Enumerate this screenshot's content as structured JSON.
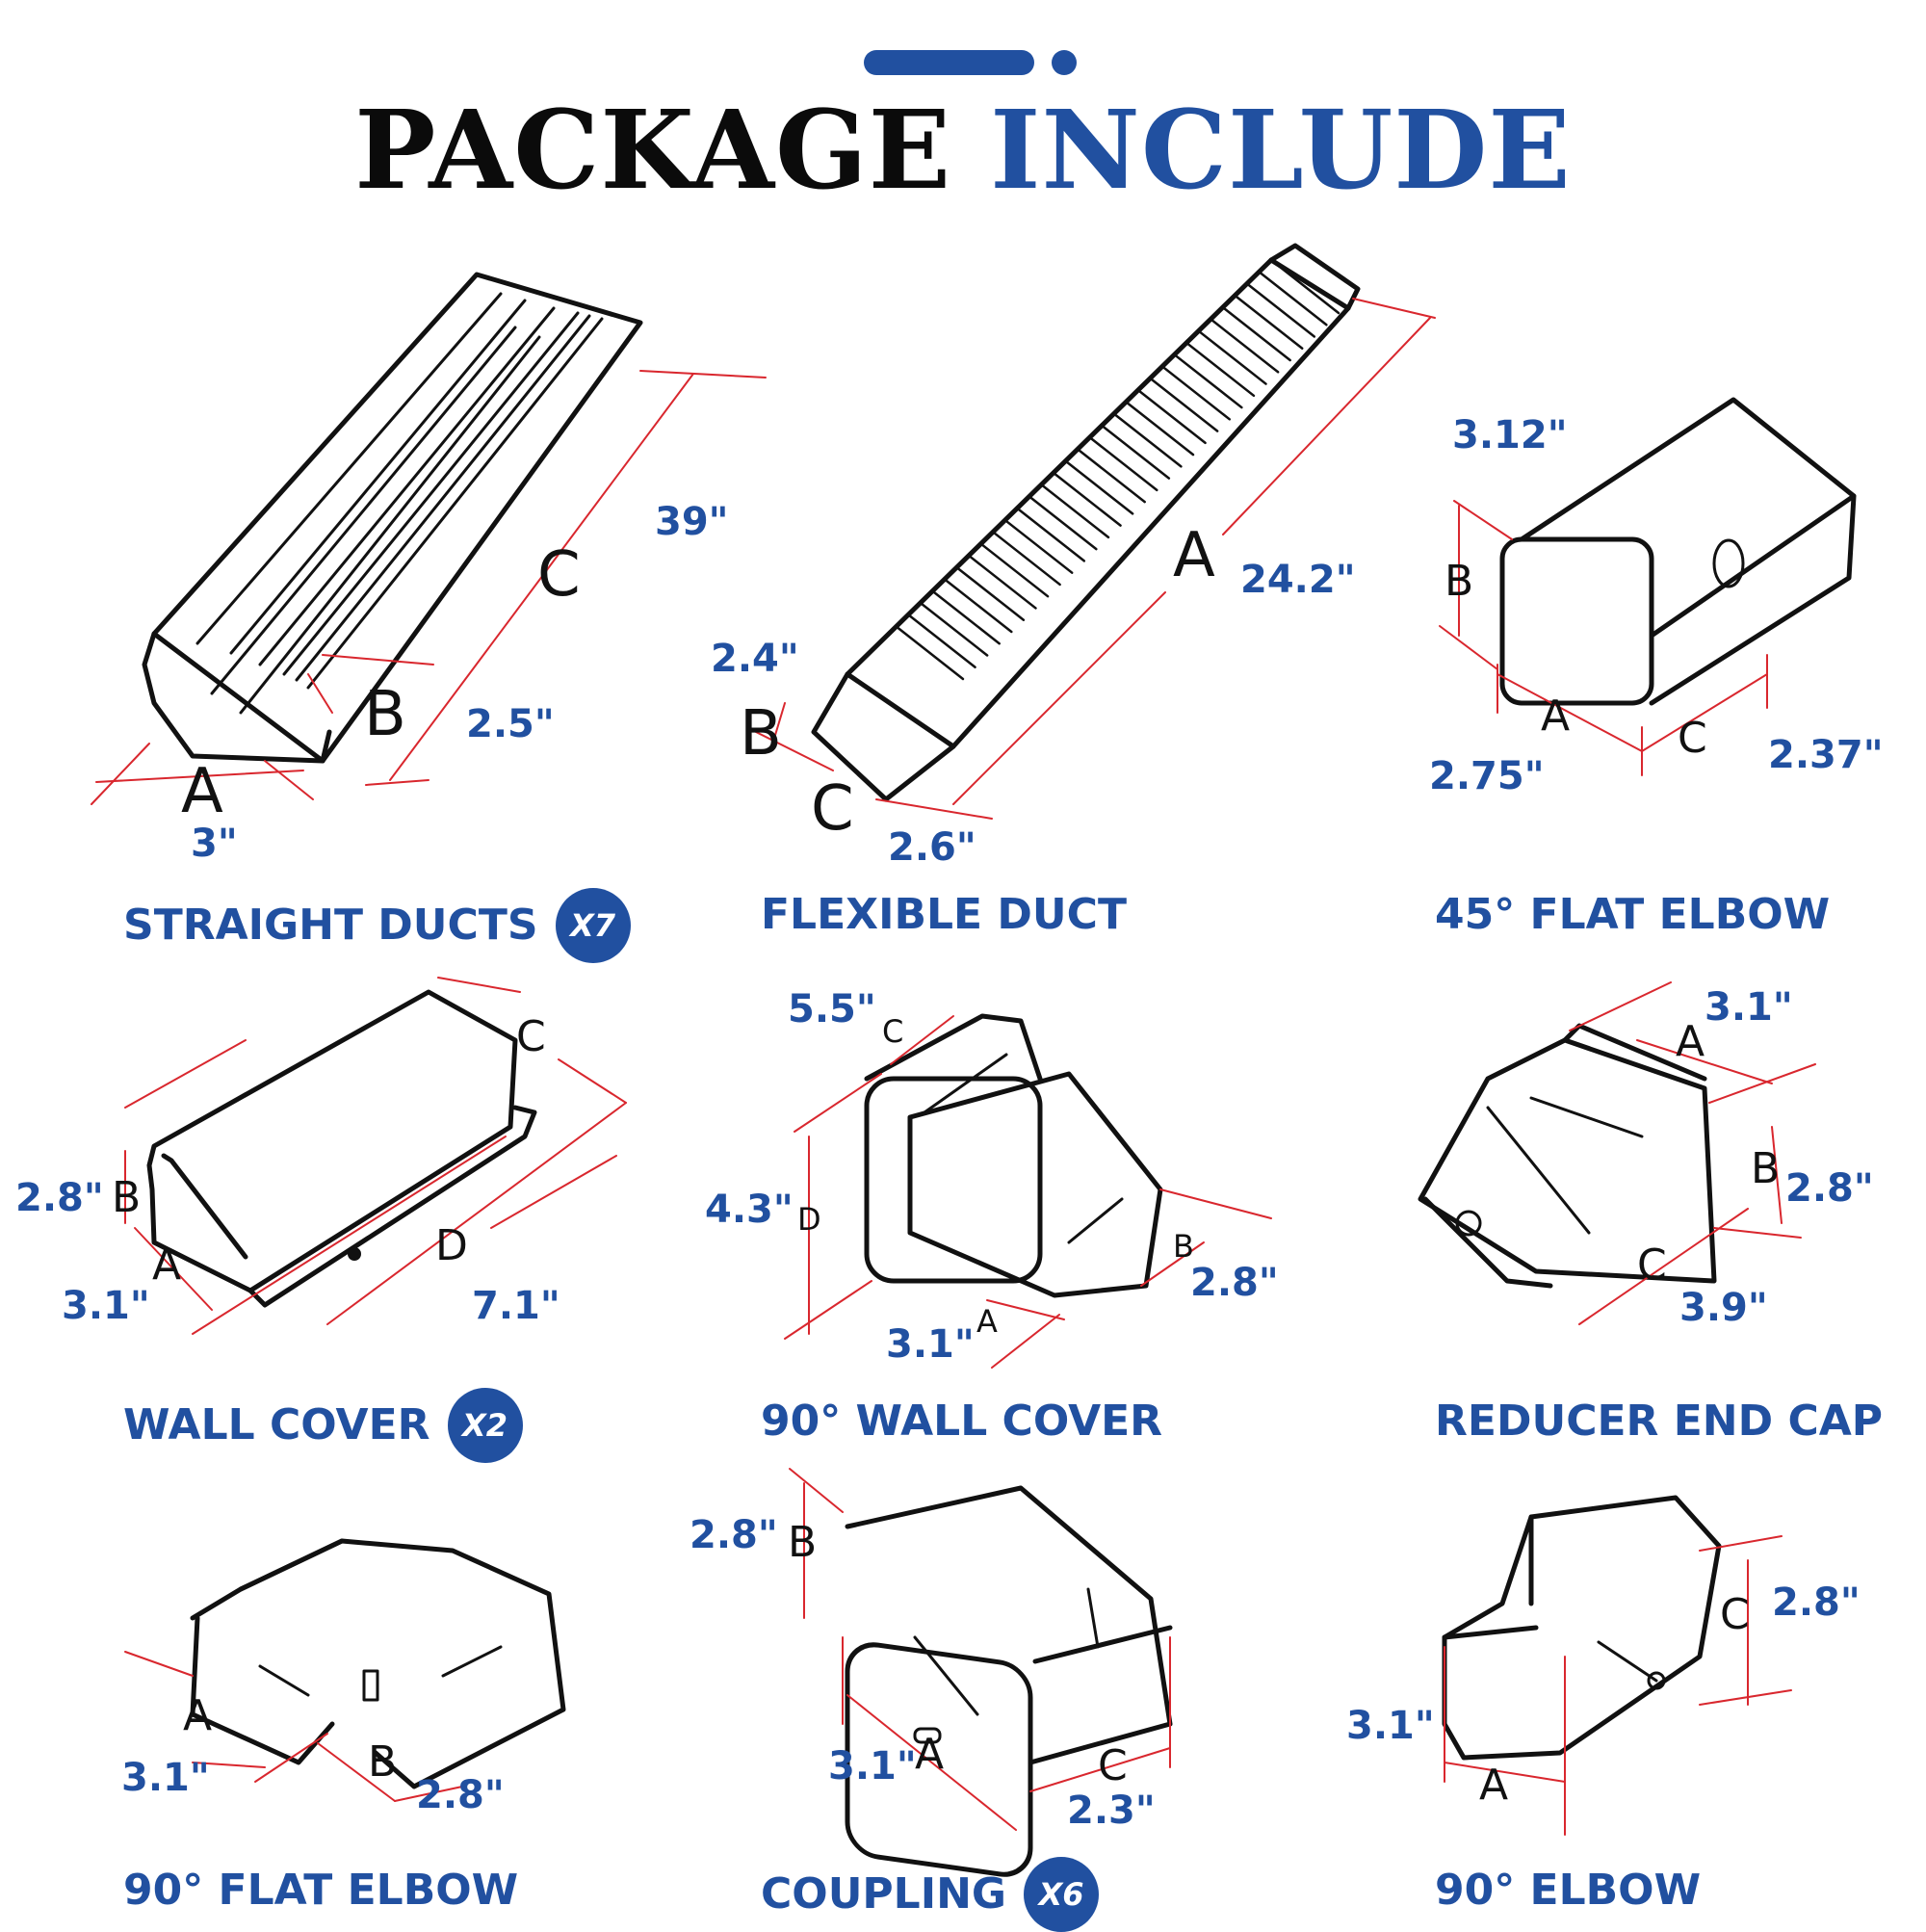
{
  "header": {
    "title_word1": "PACKAGE",
    "title_word2": "INCLUDE"
  },
  "colors": {
    "accent": "#2150a0",
    "dimension_line": "#d9272e",
    "outline": "#111111"
  },
  "items": [
    {
      "label": "STRAIGHT DUCTS",
      "quantity": "X7",
      "dims": {
        "a": "3\"",
        "b": "2.5\"",
        "c": "39\""
      },
      "letters": {
        "a": "A",
        "b": "B",
        "c": "C"
      }
    },
    {
      "label": "FLEXIBLE DUCT",
      "dims": {
        "a": "24.2\"",
        "b": "2.4\"",
        "c": "2.6\""
      },
      "letters": {
        "a": "A",
        "b": "B",
        "c": "C"
      }
    },
    {
      "label": "45° FLAT ELBOW",
      "dims": {
        "a": "2.75\"",
        "b": "3.12\"",
        "c": "2.37\""
      },
      "letters": {
        "a": "A",
        "b": "B",
        "c": "C"
      }
    },
    {
      "label": "WALL COVER",
      "quantity": "X2",
      "dims": {
        "a": "3.1\"",
        "b": "2.8\"",
        "d": "7.1\""
      },
      "letters": {
        "a": "A",
        "b": "B",
        "c": "C",
        "d": "D"
      }
    },
    {
      "label": "90° WALL COVER",
      "dims": {
        "a": "3.1\"",
        "b": "2.8\"",
        "c": "5.5\"",
        "d": "4.3\""
      },
      "letters": {
        "a": "A",
        "b": "B",
        "c": "C",
        "d": "D"
      }
    },
    {
      "label": "REDUCER END CAP",
      "dims": {
        "a": "3.1\"",
        "b": "2.8\"",
        "c": "3.9\""
      },
      "letters": {
        "a": "A",
        "b": "B",
        "c": "C"
      }
    },
    {
      "label": "90° FLAT ELBOW",
      "dims": {
        "a": "3.1\"",
        "b": "2.8\""
      },
      "letters": {
        "a": "A",
        "b": "B"
      }
    },
    {
      "label": "COUPLING",
      "quantity": "X6",
      "dims": {
        "a": "3.1\"",
        "b": "2.8\"",
        "c": "2.3\""
      },
      "letters": {
        "a": "A",
        "b": "B",
        "c": "C"
      }
    },
    {
      "label": "90° ELBOW",
      "dims": {
        "a": "3.1\"",
        "c": "2.8\""
      },
      "letters": {
        "a": "A",
        "c": "C"
      }
    }
  ]
}
